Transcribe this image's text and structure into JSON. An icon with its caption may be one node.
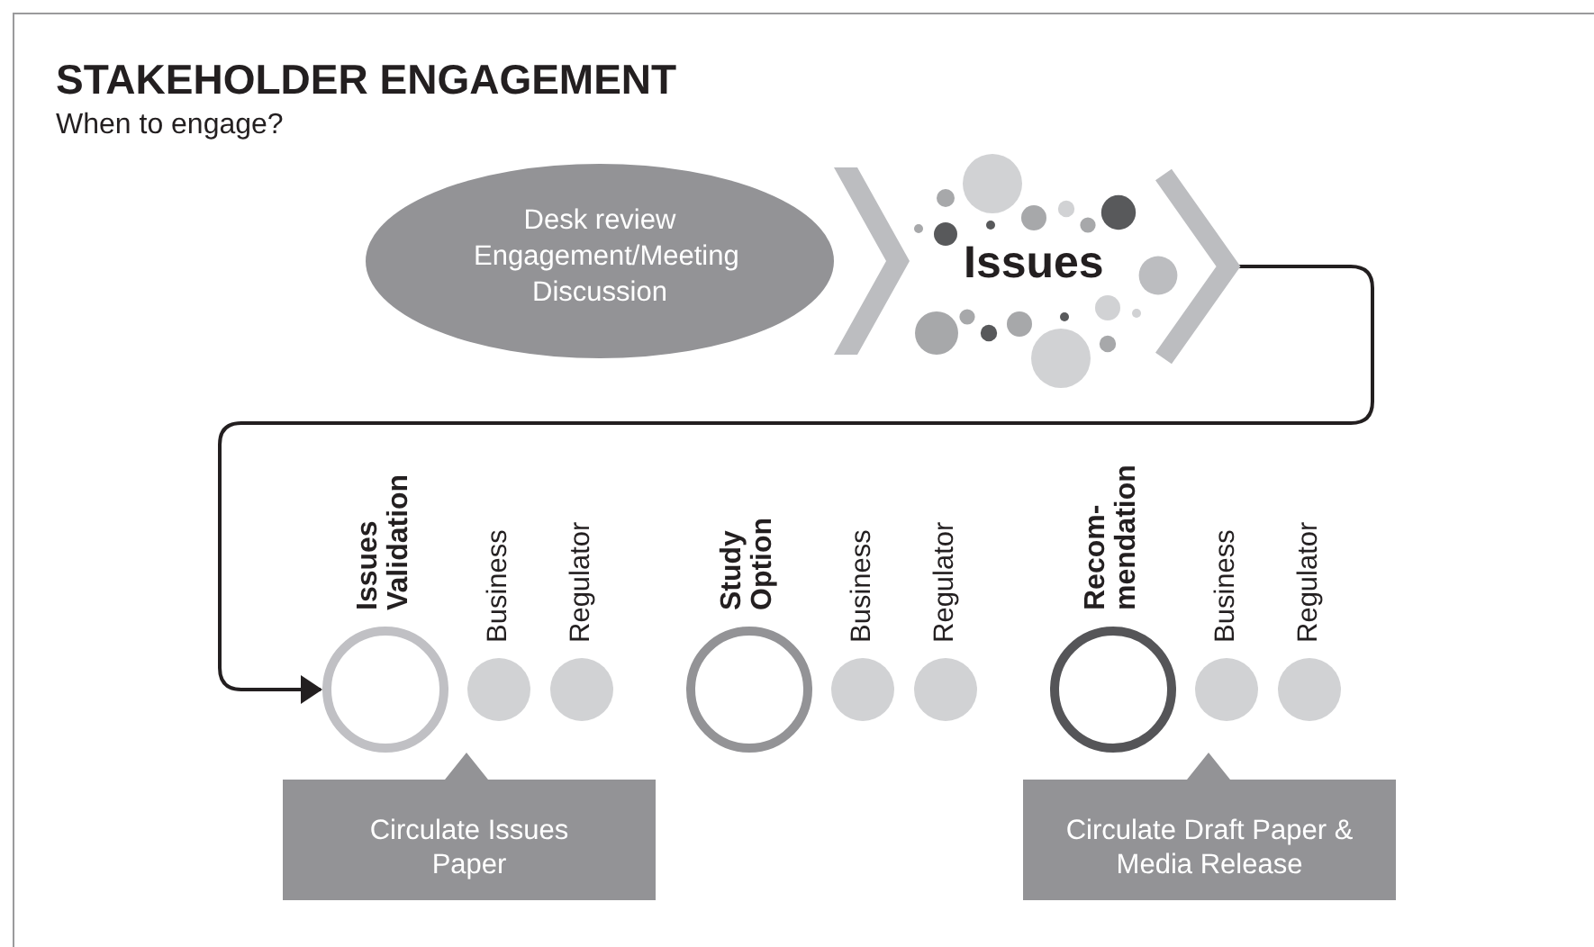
{
  "diagram": {
    "title": "STAKEHOLDER ENGAGEMENT",
    "nodes": [
      {
        "text": [
          "Desk review Engagement/Meeting Discussion"
        ]
      },
      {
        "text": [
          "Issues"
        ]
      },
      {
        "text": [
          "Issues Validation"
        ]
      },
      {
        "text": [
          "Business"
        ]
      },
      {
        "text": [
          "Regulator"
        ]
      },
      {
        "text": [
          "Study Option"
        ]
      },
      {
        "text": [
          "Business"
        ]
      },
      {
        "text": [
          "Regulator"
        ]
      },
      {
        "text": [
          "Recom- mendation"
        ]
      },
      {
        "text": [
          "Business"
        ]
      },
      {
        "text": [
          "Regulator"
        ]
      },
      {
        "text": [
          "Circulate Issues Paper"
        ]
      },
      {
        "text": [
          "Circulate Draft Paper & Media Release"
        ]
      }
    ],
    "edges": [
      {
        "from": 0,
        "to": 1,
        "arrow": "to"
      },
      {
        "from": 1,
        "to": 2,
        "arrow": "to"
      }
    ],
    "labels": [
      "When to engage?"
    ]
  }
}
